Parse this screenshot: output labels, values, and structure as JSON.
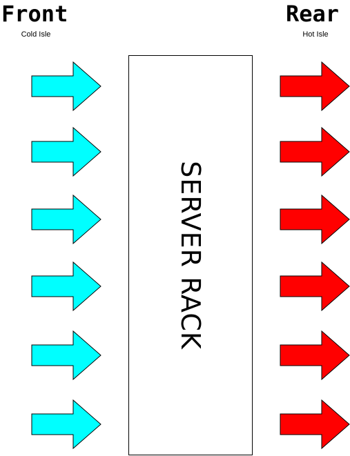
{
  "front": {
    "title": "Front",
    "subtitle": "Cold Isle",
    "arrow_color": "#00FFFF",
    "arrow_count": 6
  },
  "rear": {
    "title": "Rear",
    "subtitle": "Hot Isle",
    "arrow_color": "#FF0000",
    "arrow_count": 6
  },
  "rack": {
    "label": "SERVER RACK"
  },
  "icons": {
    "airflow_in": "arrow-right-icon",
    "airflow_out": "arrow-right-icon"
  }
}
